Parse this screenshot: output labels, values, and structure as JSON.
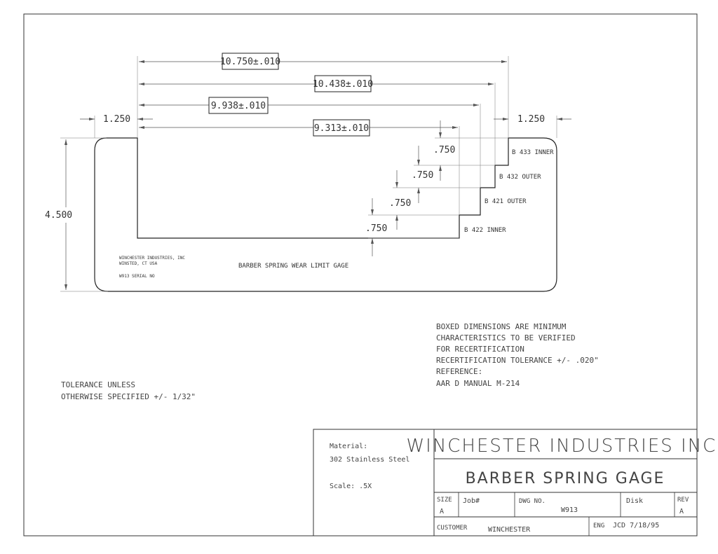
{
  "dimensions": {
    "d1": "10.750±.010",
    "d2": "10.438±.010",
    "d3": "9.938±.010",
    "d4": "9.313±.010",
    "left_offset": "1.250",
    "right_offset": "1.250",
    "height": "4.500",
    "step1": ".750",
    "step2": ".750",
    "step3": ".750",
    "step4": ".750"
  },
  "step_labels": {
    "s1": "B 433 INNER",
    "s2": "B 432 OUTER",
    "s3": "B 421 OUTER",
    "s4": "B 422 INNER"
  },
  "part_text": {
    "maker1": "WINCHESTER INDUSTRIES, INC",
    "maker2": "WINSTED, CT USA",
    "serial": "W913 SERIAL NO",
    "title": "BARBER SPRING WEAR LIMIT GAGE"
  },
  "notes": {
    "n1": "BOXED DIMENSIONS ARE MINIMUM",
    "n2": "CHARACTERISTICS TO BE VERIFIED",
    "n3": "FOR RECERTIFICATION",
    "n4": "RECERTIFICATION TOLERANCE +/- .020\"",
    "n5": "REFERENCE:",
    "n6": "AAR D MANUAL M-214"
  },
  "tolerance": {
    "t1": "TOLERANCE UNLESS",
    "t2": "OTHERWISE SPECIFIED +/- 1/32\""
  },
  "title_block": {
    "material_label": "Material:",
    "material_value": "302 Stainless Steel",
    "scale": "Scale: .5X",
    "company": "WINCHESTER INDUSTRIES INC.",
    "drawing_title": "BARBER SPRING GAGE",
    "size_label": "SIZE",
    "size_value": "A",
    "job_label": "Job#",
    "dwg_label": "DWG NO.",
    "dwg_value": "W913",
    "disk_label": "Disk",
    "rev_label": "REV",
    "rev_value": "A",
    "customer_label": "CUSTOMER",
    "customer_value": "WINCHESTER",
    "eng_label": "ENG",
    "eng_value": "JCD 7/18/95"
  }
}
